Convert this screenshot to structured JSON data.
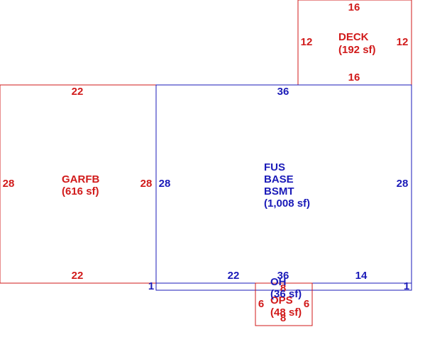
{
  "areas": {
    "deck": {
      "name": "DECK",
      "area": "(192 sf)",
      "dims": {
        "top": "16",
        "bottom": "16",
        "left": "12",
        "right": "12"
      }
    },
    "garage": {
      "name": "GARFB",
      "area": "(616 sf)",
      "dims": {
        "top": "22",
        "bottom": "22",
        "left": "28",
        "right": "28"
      }
    },
    "main": {
      "lines": [
        "FUS",
        "BASE",
        "BSMT"
      ],
      "area": "(1,008 sf)",
      "dims": {
        "top": "36",
        "left": "28",
        "right": "28",
        "bottom_left": "22",
        "bottom_center": "36",
        "bottom_right": "14"
      }
    },
    "overhang": {
      "name": "OH",
      "area": "(36 sf)",
      "dims": {
        "left": "1",
        "right": "1"
      }
    },
    "porch": {
      "name": "OPS",
      "area": "(48 sf)",
      "dims": {
        "left": "6",
        "right": "6",
        "bottom": "8",
        "top": "8"
      }
    }
  },
  "colors": {
    "red": "#d11a1a",
    "blue": "#1a1ab8"
  }
}
